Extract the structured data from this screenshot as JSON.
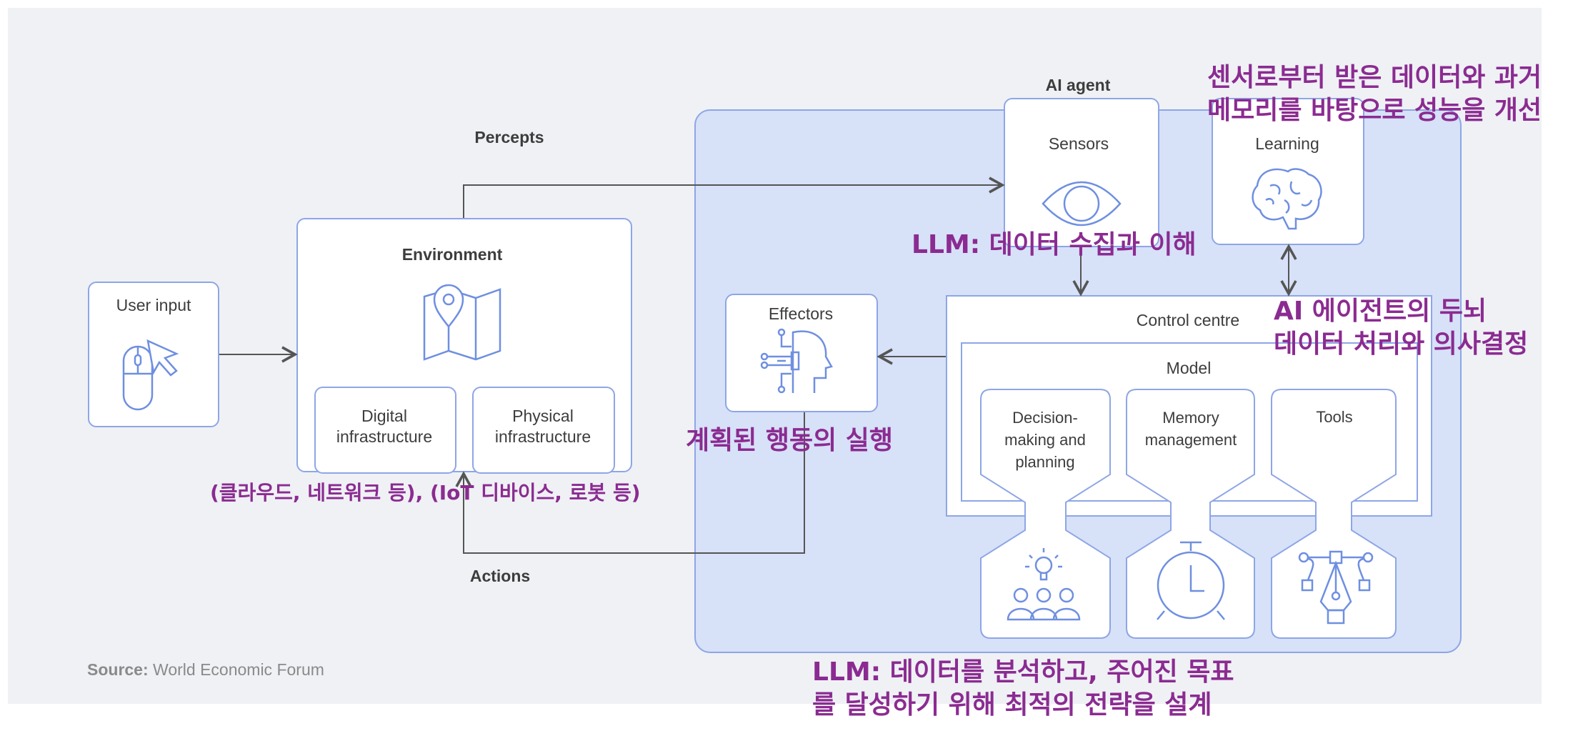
{
  "labels": {
    "percepts": "Percepts",
    "actions": "Actions",
    "ai_agent": "AI agent",
    "user_input": "User input",
    "environment": "Environment",
    "digital_1": "Digital",
    "digital_2": "infrastructure",
    "physical_1": "Physical",
    "physical_2": "infrastructure",
    "effectors": "Effectors",
    "sensors": "Sensors",
    "learning": "Learning",
    "control_centre": "Control centre",
    "model": "Model",
    "decision_1": "Decision-",
    "decision_2": "making and",
    "decision_3": "planning",
    "memory_1": "Memory",
    "memory_2": "management",
    "tools": "Tools",
    "source_bold": "Source:",
    "source_text": " World Economic Forum"
  },
  "annotations": {
    "learning_1": "센서로부터 받은 데이터와 과거",
    "learning_2": "메모리를 바탕으로 성능을 개선",
    "sensors": "LLM: 데이터 수집과 이해",
    "control_1": "AI 에이전트의 두뇌",
    "control_2": "데이터 처리와 의사결정",
    "effectors": "계획된 행동의 실행",
    "infrastructure": "(클라우드, 네트워크 등), (IoT 디바이스, 로봇 등)",
    "model_1": "LLM: 데이터를 분석하고, 주어진 목표",
    "model_2": "를 달성하기 위해 최적의 전략을 설계"
  },
  "colors": {
    "annotation": "#8b2b91",
    "box_border": "#8ea6e6",
    "agent_fill": "#d7e1f8",
    "icon": "#6f8fe0",
    "arrow": "#555555"
  },
  "icons": [
    "mouse-cursor-icon",
    "map-pin-icon",
    "ai-head-icon",
    "eye-icon",
    "brain-icon",
    "lightbulb-team-icon",
    "clock-icon",
    "pen-tool-icon"
  ]
}
